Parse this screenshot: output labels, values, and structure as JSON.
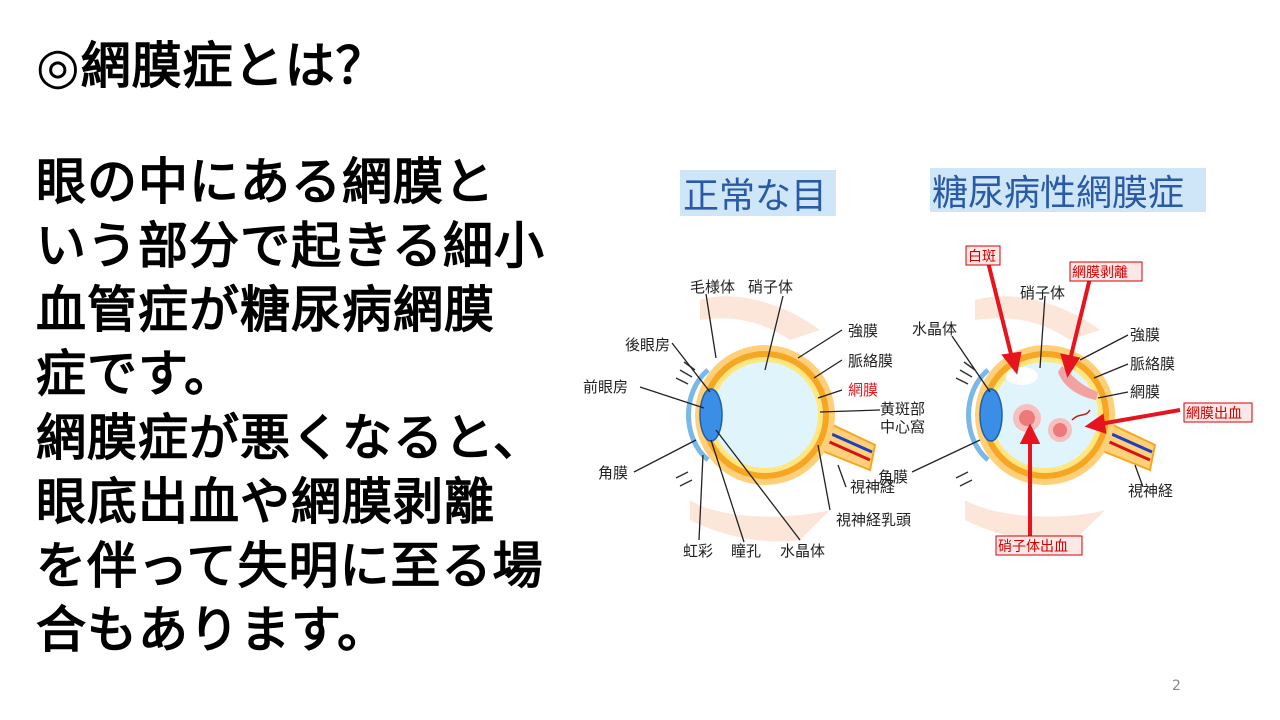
{
  "slide": {
    "title": "◎網膜症とは？",
    "body_lines": [
      "眼の中にある網膜と",
      "いう部分で起きる細小",
      "血管症が糖尿病網膜",
      "症です。",
      "網膜症が悪くなると、",
      "眼底出血や網膜剥離",
      "を伴って失明に至る場",
      "合もあります。"
    ],
    "page_number": "2"
  },
  "diagram": {
    "normal": {
      "heading": "正常な目",
      "labels": {
        "ciliary": "毛様体",
        "vitreous": "硝子体",
        "posterior_chamber": "後眼房",
        "anterior_chamber": "前眼房",
        "sclera": "強膜",
        "choroid": "脈絡膜",
        "retina": "網膜",
        "macula_1": "黄斑部",
        "macula_2": "中心窩",
        "cornea": "角膜",
        "optic_nerve": "視神経",
        "optic_disc": "視神経乳頭",
        "iris": "虹彩",
        "pupil": "瞳孔",
        "lens": "水晶体"
      }
    },
    "diabetic": {
      "heading": "糖尿病性網膜症",
      "labels": {
        "white_spot": "白斑",
        "detachment": "網膜剥離",
        "vitreous": "硝子体",
        "lens": "水晶体",
        "sclera": "強膜",
        "choroid": "脈絡膜",
        "retina": "網膜",
        "retinal_hemorrhage": "網膜出血",
        "cornea": "角膜",
        "optic_nerve": "視神経",
        "vitreous_hemorrhage": "硝子体出血"
      }
    },
    "colors": {
      "heading_text": "#2a5aa5",
      "heading_bg": "#cfe6f8",
      "red": "#e5141e",
      "sclera": "#ffd07a",
      "choroid": "#f6a623",
      "vitreous": "#dff4fb",
      "lens": "#3a8ee6"
    }
  }
}
